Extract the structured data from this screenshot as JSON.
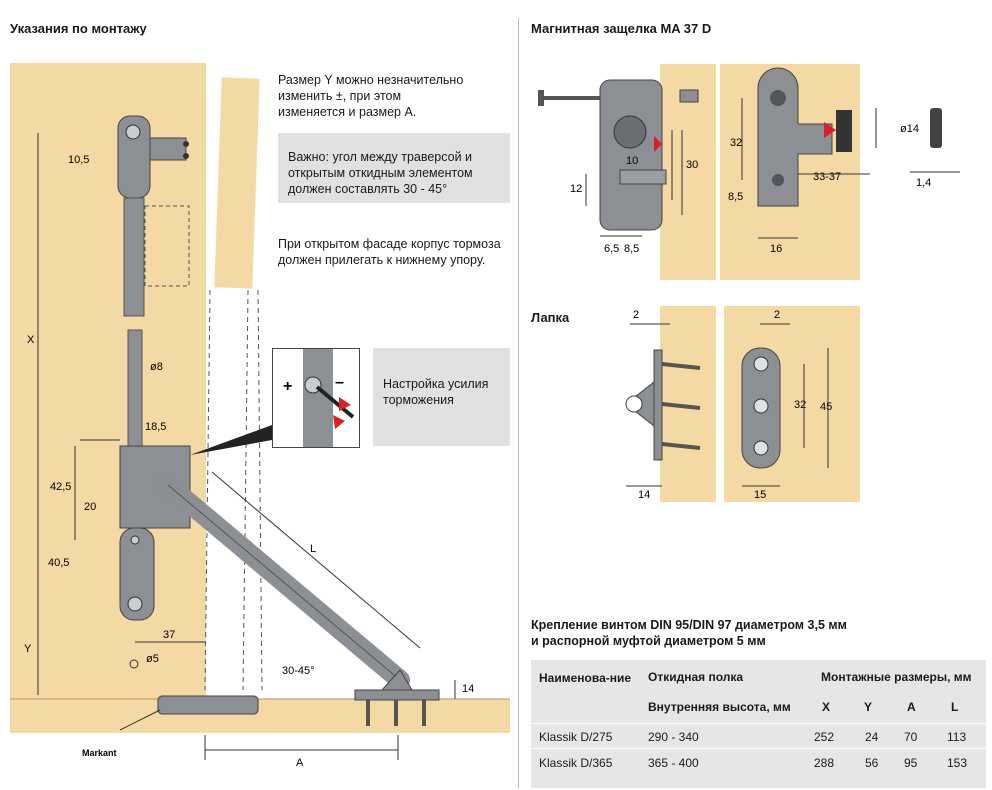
{
  "left_title": "Указания по монтажу",
  "top_note": "Размер Y можно незначительно изменить ±, при этом изменяется и размер A.",
  "important_note": "Важно: угол между траверсой и открытым откидным элементом должен составлять 30 - 45°",
  "open_note": "При открытом фасаде корпус тормоза должен прилегать к нижнему упору.",
  "force_label": "Настройка усилия торможения",
  "left_dims": {
    "d10_5": "10,5",
    "x": "X",
    "y": "Y",
    "l": "L",
    "a": "A",
    "d8": "ø8",
    "d18_5": "18,5",
    "d42_5": "42,5",
    "d20": "20",
    "d40_5": "40,5",
    "d37": "37",
    "d5": "ø5",
    "d14": "14",
    "angle": "30-45°",
    "markant": "Markant"
  },
  "magnet": {
    "title": "Магнитная защелка MA 37 D",
    "dims": {
      "d30": "30",
      "d10": "10",
      "d12": "12",
      "d6_5": "6,5",
      "d8_5": "8,5",
      "d32": "32",
      "d14": "ø14",
      "d33_37": "33-37",
      "d8_5b": "8,5",
      "d16": "16",
      "d1_4": "1,4"
    }
  },
  "lapka": {
    "title": "Лапка",
    "dims": {
      "d2a": "2",
      "d14": "14",
      "d2b": "2",
      "d32": "32",
      "d45": "45",
      "d15": "15"
    }
  },
  "fixing": {
    "line1": "Крепление винтом DIN 95/DIN 97 диаметром 3,5 мм",
    "line2": "и распорной муфтой диаметром 5 мм"
  },
  "table": {
    "h_name": "Наименова-ние",
    "h_shelf": "Откидная полка",
    "h_inner": "Внутренняя высота, мм",
    "h_mount": "Монтажные размеры, мм",
    "cols": [
      "X",
      "Y",
      "A",
      "L"
    ],
    "rows": [
      {
        "name": "Klassik D/275",
        "h": "290 - 340",
        "x": "252",
        "y": "24",
        "a": "70",
        "l": "113"
      },
      {
        "name": "Klassik D/365",
        "h": "365 - 400",
        "x": "288",
        "y": "56",
        "a": "95",
        "l": "153"
      }
    ]
  },
  "colors": {
    "wood": "#f5d9a4",
    "metal": "#8c8f93",
    "note_bg": "#e1e1e1",
    "table_bg": "#e6e6e6",
    "accent_red": "#d8202a"
  }
}
